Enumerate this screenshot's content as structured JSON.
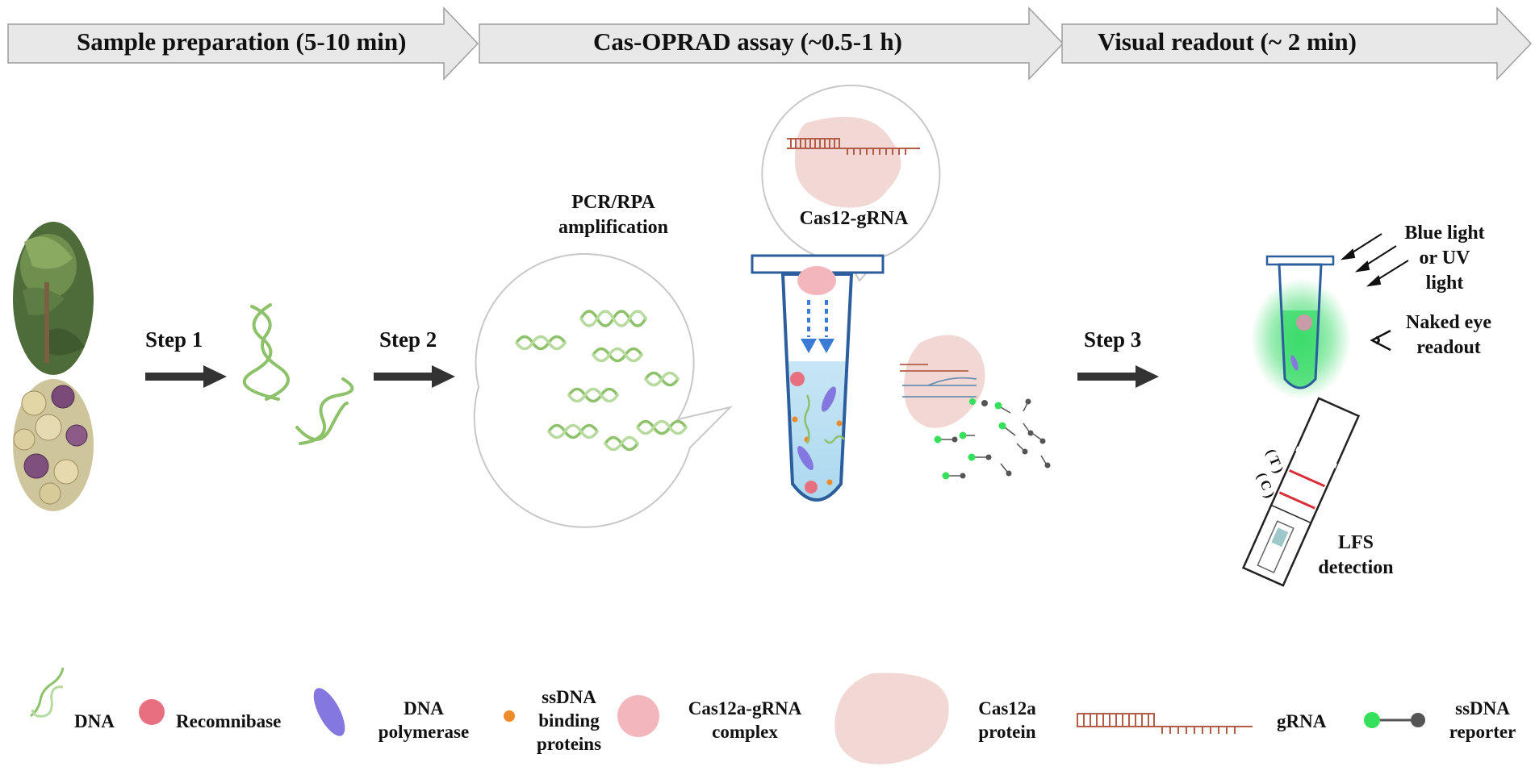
{
  "phases": [
    {
      "label": "Sample preparation (5-10 min)"
    },
    {
      "label": "Cas-OPRAD assay (~0.5-1 h)"
    },
    {
      "label": "Visual readout (~ 2 min)"
    }
  ],
  "steps": [
    "Step 1",
    "Step 2",
    "Step 3"
  ],
  "labels": {
    "amplification": [
      "PCR/RPA",
      "amplification"
    ],
    "cas12_grna": "Cas12-gRNA",
    "light": [
      "Blue light",
      "or UV",
      "light"
    ],
    "naked_eye": [
      "Naked eye",
      "readout"
    ],
    "lfs": [
      "LFS",
      "detection"
    ],
    "strip_test": "( T )",
    "strip_control": "( C )"
  },
  "legend": [
    {
      "icon": "dna-icon",
      "label": [
        "DNA"
      ]
    },
    {
      "icon": "recombinase-icon",
      "label": [
        "Recomnibase"
      ]
    },
    {
      "icon": "dna-polymerase-icon",
      "label": [
        "DNA",
        "polymerase"
      ]
    },
    {
      "icon": "ssdna-binding-protein-icon",
      "label": [
        "ssDNA",
        "binding",
        "proteins"
      ]
    },
    {
      "icon": "cas12a-grna-complex-icon",
      "label": [
        "Cas12a-gRNA",
        "complex"
      ]
    },
    {
      "icon": "cas12a-protein-icon",
      "label": [
        "Cas12a",
        "protein"
      ]
    },
    {
      "icon": "grna-icon",
      "label": [
        "gRNA"
      ]
    },
    {
      "icon": "ssdna-reporter-icon",
      "label": [
        "ssDNA",
        "reporter"
      ]
    }
  ],
  "colors": {
    "arrow_banner": "#e8e8e8",
    "dna_green": "#8dc26a",
    "recombinase": "#e6707f",
    "polymerase": "#8478e0",
    "binding_protein": "#f08a2a",
    "complex": "#f4b6bd",
    "cas_protein": "#f2d8d4",
    "grna": "#b45c48",
    "reporter_green": "#36e05a",
    "reporter_grey": "#555555",
    "tube_blue": "#2c5e9e",
    "fluorescence": "#3adb6a"
  }
}
